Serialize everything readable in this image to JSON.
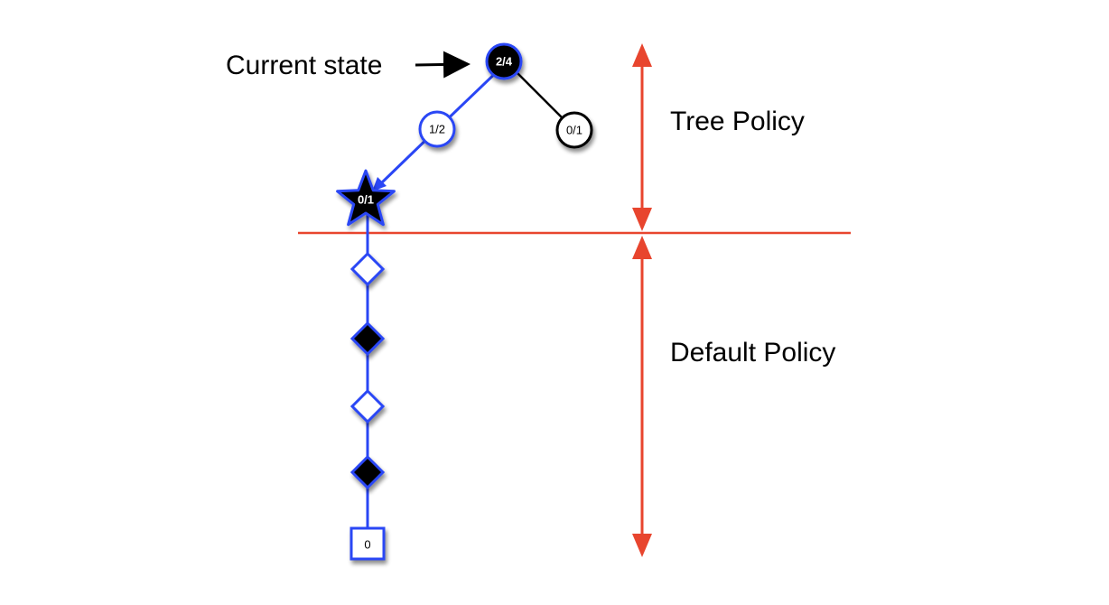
{
  "labels": {
    "current_state": "Current state",
    "tree_policy": "Tree Policy",
    "default_policy": "Default Policy"
  },
  "tree": {
    "root": {
      "value": "2/4",
      "fill": "black"
    },
    "left_child": {
      "value": "1/2",
      "fill": "white"
    },
    "right_child": {
      "value": "0/1",
      "fill": "white"
    },
    "expanded_leaf": {
      "value": "0/1",
      "fill": "black",
      "shape": "star"
    }
  },
  "rollout": {
    "steps": [
      "white-diamond",
      "black-diamond",
      "white-diamond",
      "black-diamond"
    ],
    "terminal": {
      "value": "0",
      "shape": "square"
    }
  },
  "colors": {
    "selected_path": "#2a46f5",
    "boundary": "#e8452e",
    "black": "#000000",
    "white": "#ffffff"
  }
}
